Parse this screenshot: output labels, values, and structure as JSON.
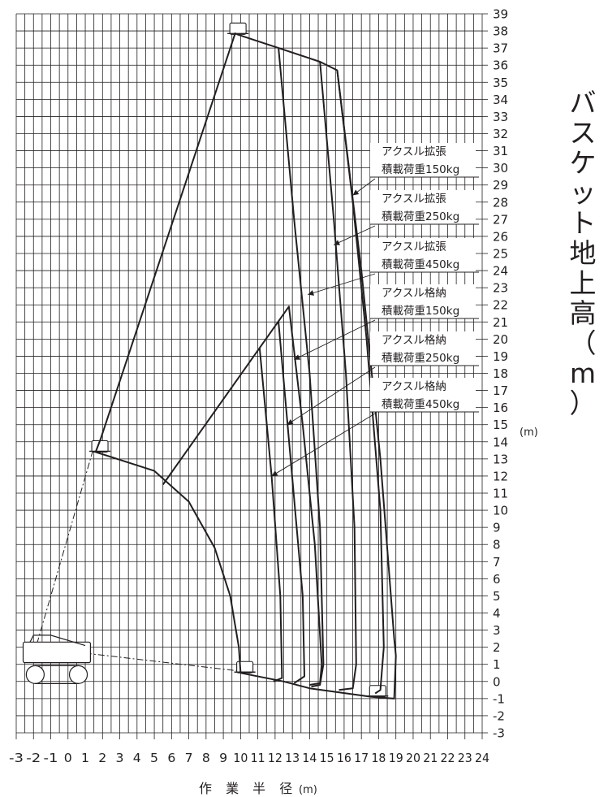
{
  "chart_data": {
    "type": "line",
    "title": "",
    "xlabel": "作 業 半 径",
    "xunit": "(m)",
    "ylabel_chars": [
      "バ",
      "ス",
      "ケ",
      "ッ",
      "ト",
      "地",
      "上",
      "高",
      "（",
      "m",
      "）"
    ],
    "yunit": "(m)",
    "xlim": [
      -3,
      24
    ],
    "ylim": [
      -3,
      39
    ],
    "x_ticks": [
      "-3",
      "-2",
      "-1",
      "0",
      "1",
      "2",
      "3",
      "4",
      "5",
      "6",
      "7",
      "8",
      "9",
      "10",
      "11",
      "12",
      "13",
      "14",
      "15",
      "16",
      "17",
      "18",
      "19",
      "20",
      "21",
      "22",
      "23",
      "24"
    ],
    "y_ticks": [
      "-3",
      "-2",
      "-1",
      "0",
      "1",
      "2",
      "3",
      "4",
      "5",
      "6",
      "7",
      "8",
      "9",
      "10",
      "11",
      "12",
      "13",
      "14",
      "15",
      "16",
      "17",
      "18",
      "19",
      "20",
      "21",
      "22",
      "23",
      "24",
      "25",
      "26",
      "27",
      "28",
      "29",
      "30",
      "31",
      "32",
      "33",
      "34",
      "35",
      "36",
      "37",
      "38",
      "39"
    ],
    "grid": true,
    "envelope": [
      [
        9.8,
        37.8
      ],
      [
        12.2,
        37.0
      ],
      [
        14.6,
        36.2
      ],
      [
        15.6,
        35.7
      ],
      [
        17.0,
        24.0
      ],
      [
        18.1,
        13.0
      ],
      [
        18.9,
        2.5
      ],
      [
        19.0,
        1.5
      ],
      [
        18.9,
        -1.0
      ],
      [
        17.6,
        -0.9
      ],
      [
        14.0,
        -0.4
      ],
      [
        12.5,
        0.0
      ],
      [
        10.0,
        0.5
      ],
      [
        9.9,
        2.0
      ],
      [
        9.4,
        5.0
      ],
      [
        8.5,
        7.8
      ],
      [
        7.0,
        10.5
      ],
      [
        5.0,
        12.3
      ],
      [
        1.6,
        13.4
      ],
      [
        1.9,
        14.2
      ],
      [
        9.7,
        37.9
      ]
    ],
    "series": [
      {
        "name": "アクスル拡張 積載荷重150kg",
        "values": [
          [
            15.6,
            35.7
          ],
          [
            16.5,
            28.0
          ],
          [
            17.3,
            20.0
          ],
          [
            18.1,
            10.0
          ],
          [
            18.3,
            2.0
          ],
          [
            18.1,
            -0.5
          ],
          [
            17.8,
            -0.7
          ]
        ]
      },
      {
        "name": "アクスル拡張 積載荷重250kg",
        "values": [
          [
            14.6,
            36.2
          ],
          [
            15.4,
            27.0
          ],
          [
            16.1,
            18.0
          ],
          [
            16.6,
            9.0
          ],
          [
            16.7,
            1.0
          ],
          [
            16.5,
            -0.4
          ],
          [
            15.7,
            -0.5
          ]
        ]
      },
      {
        "name": "アクスル拡張 積載荷重450kg",
        "values": [
          [
            12.2,
            37.0
          ],
          [
            13.1,
            27.0
          ],
          [
            14.0,
            18.0
          ],
          [
            14.6,
            9.0
          ],
          [
            14.8,
            1.0
          ],
          [
            14.6,
            -0.2
          ],
          [
            14.1,
            -0.3
          ]
        ]
      },
      {
        "name": "アクスル格納 積載荷重150kg",
        "values": [
          [
            5.5,
            11.5
          ],
          [
            12.8,
            21.9
          ],
          [
            13.6,
            15.0
          ],
          [
            14.3,
            8.0
          ],
          [
            14.7,
            1.0
          ],
          [
            14.6,
            -0.1
          ],
          [
            14.0,
            -0.2
          ]
        ]
      },
      {
        "name": "アクスル格納 積載荷重250kg",
        "values": [
          [
            12.2,
            21.0
          ],
          [
            12.9,
            13.0
          ],
          [
            13.6,
            5.0
          ],
          [
            13.7,
            0.3
          ],
          [
            13.1,
            -0.1
          ]
        ]
      },
      {
        "name": "アクスル格納 積載荷重450kg",
        "values": [
          [
            11.1,
            19.5
          ],
          [
            11.8,
            12.0
          ],
          [
            12.3,
            5.0
          ],
          [
            12.4,
            0.2
          ],
          [
            11.9,
            0.0
          ]
        ]
      }
    ],
    "annotations": [
      {
        "line1": "アクスル拡張",
        "line2": "積載荷重150kg",
        "arrow_to": [
          16.5,
          28.4
        ]
      },
      {
        "line1": "アクスル拡張",
        "line2": "積載荷重250kg",
        "arrow_to": [
          15.4,
          25.5
        ]
      },
      {
        "line1": "アクスル拡張",
        "line2": "積載荷重450kg",
        "arrow_to": [
          13.9,
          22.6
        ]
      },
      {
        "line1": "アクスル格納",
        "line2": "積載荷重150kg",
        "arrow_to": [
          13.1,
          18.8
        ]
      },
      {
        "line1": "アクスル格納",
        "line2": "積載荷重250kg",
        "arrow_to": [
          12.7,
          15.0
        ]
      },
      {
        "line1": "アクスル格納",
        "line2": "積載荷重450kg",
        "arrow_to": [
          11.8,
          12.0
        ]
      }
    ],
    "reach_lines": [
      [
        [
          -1.8,
          2.2
        ],
        [
          1.5,
          13.7
        ],
        [
          1.7,
          14.0
        ]
      ],
      [
        [
          -2.0,
          2.0
        ],
        [
          10.0,
          0.6
        ]
      ]
    ]
  }
}
